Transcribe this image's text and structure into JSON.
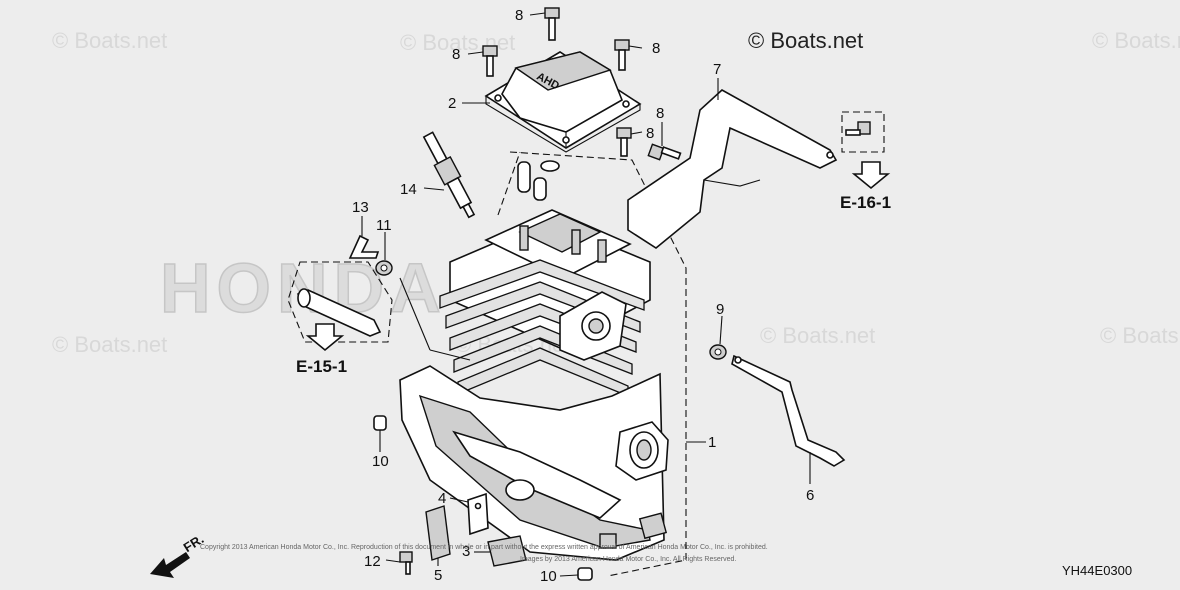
{
  "watermark": "© Boats.net",
  "brand": "© Boats.net",
  "diagram_code": "YH44E0300",
  "front_marker": "FR.",
  "ghost_brand": "HONDA",
  "reference_labels": {
    "e15": "E-15-1",
    "e16": "E-16-1"
  },
  "callouts": {
    "bolt_top": "8",
    "bolt_left": "8",
    "bolt_right": "8",
    "bolt_lower": "8",
    "bolt_shroud": "8",
    "head_cover": "2",
    "shroud": "7",
    "spark_plug": "14",
    "clip": "13",
    "seal": "11",
    "washer": "9",
    "rod": "6",
    "cylinder": "1",
    "dowel_left": "10",
    "dowel_bottom": "10",
    "gasket_plate": "4",
    "plate": "5",
    "screw": "12",
    "pad": "3"
  },
  "copyright_line1": "Copyright 2013 American Honda Motor Co., Inc. Reproduction of this document in whole or in part without the express written approval of American Honda Motor Co., Inc. is prohibited.",
  "copyright_line2": "Images by 2013 American Honda Motor Co., Inc. All Rights Reserved."
}
